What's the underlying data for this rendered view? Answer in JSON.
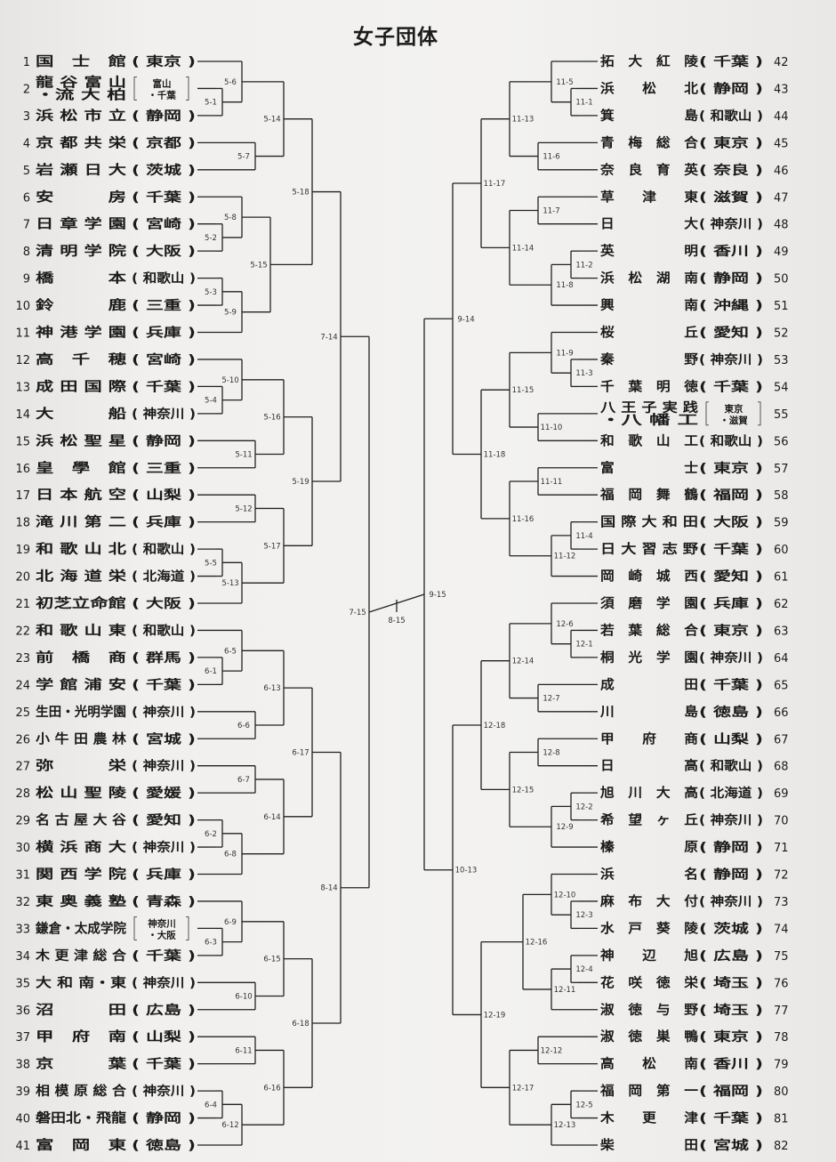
{
  "title": "女子団体",
  "teams_left": [
    {
      "no": "1",
      "name": "国　士　館",
      "pref": "東京"
    },
    {
      "no": "2",
      "name": "龍 谷 富 山・流 大 柏",
      "pref": "富山・千葉"
    },
    {
      "no": "3",
      "name": "浜 松 市 立",
      "pref": "静岡"
    },
    {
      "no": "4",
      "name": "京 都 共 栄",
      "pref": "京都"
    },
    {
      "no": "5",
      "name": "岩 瀬 日 大",
      "pref": "茨城"
    },
    {
      "no": "6",
      "name": "安　　　房",
      "pref": "千葉"
    },
    {
      "no": "7",
      "name": "日 章 学 園",
      "pref": "宮崎"
    },
    {
      "no": "8",
      "name": "清 明 学 院",
      "pref": "大阪"
    },
    {
      "no": "9",
      "name": "橋　　　本",
      "pref": "和歌山"
    },
    {
      "no": "10",
      "name": "鈴　　　鹿",
      "pref": "三重"
    },
    {
      "no": "11",
      "name": "神 港 学 園",
      "pref": "兵庫"
    },
    {
      "no": "12",
      "name": "高　千　穂",
      "pref": "宮崎"
    },
    {
      "no": "13",
      "name": "成 田 国 際",
      "pref": "千葉"
    },
    {
      "no": "14",
      "name": "大　　　船",
      "pref": "神奈川"
    },
    {
      "no": "15",
      "name": "浜 松 聖 星",
      "pref": "静岡"
    },
    {
      "no": "16",
      "name": "皇　學　館",
      "pref": "三重"
    },
    {
      "no": "17",
      "name": "日 本 航 空",
      "pref": "山梨"
    },
    {
      "no": "18",
      "name": "滝 川 第 二",
      "pref": "兵庫"
    },
    {
      "no": "19",
      "name": "和 歌 山 北",
      "pref": "和歌山"
    },
    {
      "no": "20",
      "name": "北 海 道 栄",
      "pref": "北海道"
    },
    {
      "no": "21",
      "name": "初芝立命館",
      "pref": "大阪"
    },
    {
      "no": "22",
      "name": "和 歌 山 東",
      "pref": "和歌山"
    },
    {
      "no": "23",
      "name": "前　橋　商",
      "pref": "群馬"
    },
    {
      "no": "24",
      "name": "学 館 浦 安",
      "pref": "千葉"
    },
    {
      "no": "25",
      "name": "生田・光明学園",
      "pref": "神奈川"
    },
    {
      "no": "26",
      "name": "小 牛 田 農 林",
      "pref": "宮城"
    },
    {
      "no": "27",
      "name": "弥　　　栄",
      "pref": "神奈川"
    },
    {
      "no": "28",
      "name": "松 山 聖 陵",
      "pref": "愛媛"
    },
    {
      "no": "29",
      "name": "名 古 屋 大 谷",
      "pref": "愛知"
    },
    {
      "no": "30",
      "name": "横 浜 商 大",
      "pref": "神奈川"
    },
    {
      "no": "31",
      "name": "関 西 学 院",
      "pref": "兵庫"
    },
    {
      "no": "32",
      "name": "東 奥 義 塾",
      "pref": "青森"
    },
    {
      "no": "33",
      "name": "鎌倉・太成学院",
      "pref": "神奈川・大阪"
    },
    {
      "no": "34",
      "name": "木 更 津 総 合",
      "pref": "千葉"
    },
    {
      "no": "35",
      "name": "大 和 南・東",
      "pref": "神奈川"
    },
    {
      "no": "36",
      "name": "沼　　　田",
      "pref": "広島"
    },
    {
      "no": "37",
      "name": "甲　府　南",
      "pref": "山梨"
    },
    {
      "no": "38",
      "name": "京　　　葉",
      "pref": "千葉"
    },
    {
      "no": "39",
      "name": "相 模 原 総 合",
      "pref": "神奈川"
    },
    {
      "no": "40",
      "name": "磐田北・飛龍",
      "pref": "静岡"
    },
    {
      "no": "41",
      "name": "富　岡　東",
      "pref": "徳島"
    }
  ],
  "teams_right": [
    {
      "no": "42",
      "name": "拓　大　紅　陵",
      "pref": "千葉"
    },
    {
      "no": "43",
      "name": "浜　　松　　北",
      "pref": "静岡"
    },
    {
      "no": "44",
      "name": "箕　　　　　島",
      "pref": "和歌山"
    },
    {
      "no": "45",
      "name": "青　梅　総　合",
      "pref": "東京"
    },
    {
      "no": "46",
      "name": "奈　良　育　英",
      "pref": "奈良"
    },
    {
      "no": "47",
      "name": "草　　津　　東",
      "pref": "滋賀"
    },
    {
      "no": "48",
      "name": "日　　　　　大",
      "pref": "神奈川"
    },
    {
      "no": "49",
      "name": "英　　　　　明",
      "pref": "香川"
    },
    {
      "no": "50",
      "name": "浜　松　湖　南",
      "pref": "静岡"
    },
    {
      "no": "51",
      "name": "興　　　　　南",
      "pref": "沖縄"
    },
    {
      "no": "52",
      "name": "桜　　　　　丘",
      "pref": "愛知"
    },
    {
      "no": "53",
      "name": "秦　　　　　野",
      "pref": "神奈川"
    },
    {
      "no": "54",
      "name": "千　葉　明　徳",
      "pref": "千葉"
    },
    {
      "no": "55",
      "name": "八 王 子 実 践・八 幡 工",
      "pref": "東京・滋賀"
    },
    {
      "no": "56",
      "name": "和　歌　山　工",
      "pref": "和歌山"
    },
    {
      "no": "57",
      "name": "富　　　　　士",
      "pref": "東京"
    },
    {
      "no": "58",
      "name": "福　岡　舞　鶴",
      "pref": "福岡"
    },
    {
      "no": "59",
      "name": "国 際 大 和 田",
      "pref": "大阪"
    },
    {
      "no": "60",
      "name": "日 大 習 志 野",
      "pref": "千葉"
    },
    {
      "no": "61",
      "name": "岡　崎　城　西",
      "pref": "愛知"
    },
    {
      "no": "62",
      "name": "須　磨　学　園",
      "pref": "兵庫"
    },
    {
      "no": "63",
      "name": "若　葉　総　合",
      "pref": "東京"
    },
    {
      "no": "64",
      "name": "桐　光　学　園",
      "pref": "神奈川"
    },
    {
      "no": "65",
      "name": "成　　　　　田",
      "pref": "千葉"
    },
    {
      "no": "66",
      "name": "川　　　　　島",
      "pref": "徳島"
    },
    {
      "no": "67",
      "name": "甲　　府　　商",
      "pref": "山梨"
    },
    {
      "no": "68",
      "name": "日　　　　　高",
      "pref": "和歌山"
    },
    {
      "no": "69",
      "name": "旭　川　大　高",
      "pref": "北海道"
    },
    {
      "no": "70",
      "name": "希　望　ヶ　丘",
      "pref": "神奈川"
    },
    {
      "no": "71",
      "name": "榛　　　　　原",
      "pref": "静岡"
    },
    {
      "no": "72",
      "name": "浜　　　　　名",
      "pref": "静岡"
    },
    {
      "no": "73",
      "name": "麻　布　大　付",
      "pref": "神奈川"
    },
    {
      "no": "74",
      "name": "水　戸　葵　陵",
      "pref": "茨城"
    },
    {
      "no": "75",
      "name": "神　　辺　　旭",
      "pref": "広島"
    },
    {
      "no": "76",
      "name": "花　咲　徳　栄",
      "pref": "埼玉"
    },
    {
      "no": "77",
      "name": "淑　徳　与　野",
      "pref": "埼玉"
    },
    {
      "no": "78",
      "name": "淑　徳　巣　鴨",
      "pref": "東京"
    },
    {
      "no": "79",
      "name": "高　　松　　南",
      "pref": "香川"
    },
    {
      "no": "80",
      "name": "福　岡　第　一",
      "pref": "福岡"
    },
    {
      "no": "81",
      "name": "木　　更　　津",
      "pref": "千葉"
    },
    {
      "no": "82",
      "name": "柴　　　　　田",
      "pref": "宮城"
    }
  ],
  "match_labels": {
    "m5_1": "5-1",
    "m5_2": "5-2",
    "m5_3": "5-3",
    "m5_4": "5-4",
    "m5_5": "5-5",
    "m5_6": "5-6",
    "m5_7": "5-7",
    "m5_8": "5-8",
    "m5_9": "5-9",
    "m5_10": "5-10",
    "m5_11": "5-11",
    "m5_12": "5-12",
    "m5_13": "5-13",
    "m5_14": "5-14",
    "m5_15": "5-15",
    "m5_16": "5-16",
    "m5_17": "5-17",
    "m5_18": "5-18",
    "m5_19": "5-19",
    "m6_1": "6-1",
    "m6_2": "6-2",
    "m6_3": "6-3",
    "m6_4": "6-4",
    "m6_5": "6-5",
    "m6_6": "6-6",
    "m6_7": "6-7",
    "m6_8": "6-8",
    "m6_9": "6-9",
    "m6_10": "6-10",
    "m6_11": "6-11",
    "m6_12": "6-12",
    "m6_13": "6-13",
    "m6_14": "6-14",
    "m6_15": "6-15",
    "m6_16": "6-16",
    "m6_17": "6-17",
    "m6_18": "6-18",
    "m7_14": "7-14",
    "m7_15": "7-15",
    "m8_14": "8-14",
    "m8_15": "8-15",
    "m9_14": "9-14",
    "m9_15": "9-15",
    "m10_13": "10-13",
    "m11_1": "11-1",
    "m11_2": "11-2",
    "m11_3": "11-3",
    "m11_4": "11-4",
    "m11_5": "11-5",
    "m11_6": "11-6",
    "m11_7": "11-7",
    "m11_8": "11-8",
    "m11_9": "11-9",
    "m11_10": "11-10",
    "m11_11": "11-11",
    "m11_12": "11-12",
    "m11_13": "11-13",
    "m11_14": "11-14",
    "m11_15": "11-15",
    "m11_16": "11-16",
    "m11_17": "11-17",
    "m11_18": "11-18",
    "m12_1": "12-1",
    "m12_2": "12-2",
    "m12_3": "12-3",
    "m12_4": "12-4",
    "m12_5": "12-5",
    "m12_6": "12-6",
    "m12_7": "12-7",
    "m12_8": "12-8",
    "m12_9": "12-9",
    "m12_10": "12-10",
    "m12_11": "12-11",
    "m12_12": "12-12",
    "m12_13": "12-13",
    "m12_14": "12-14",
    "m12_15": "12-15",
    "m12_16": "12-16",
    "m12_17": "12-17",
    "m12_18": "12-18",
    "m12_19": "12-19"
  }
}
